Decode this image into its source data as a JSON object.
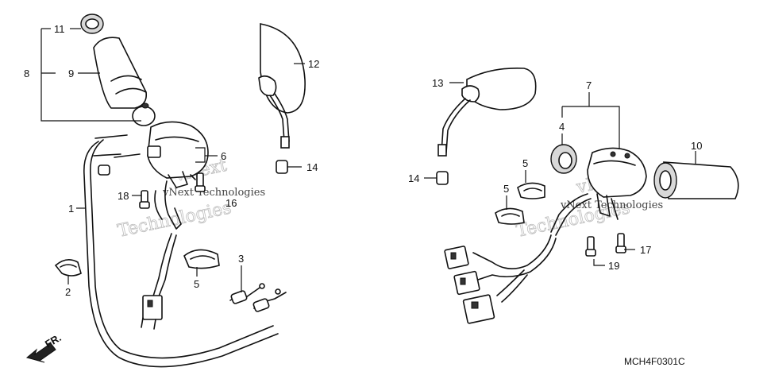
{
  "diagram": {
    "code": "MCH4F0301C",
    "direction_arrow": "FR.",
    "watermark": {
      "brand_top": "vNext",
      "brand_bottom": "Technologies",
      "brand_inline": "vNext Technologies"
    },
    "callouts": {
      "c1": "1",
      "c2": "2",
      "c3": "3",
      "c4": "4",
      "c5a": "5",
      "c5b": "5",
      "c5c": "5",
      "c6": "6",
      "c7": "7",
      "c8": "8",
      "c9": "9",
      "c10": "10",
      "c11": "11",
      "c12": "12",
      "c13": "13",
      "c14a": "14",
      "c14b": "14",
      "c16": "16",
      "c17": "17",
      "c18": "18",
      "c19": "19"
    }
  }
}
